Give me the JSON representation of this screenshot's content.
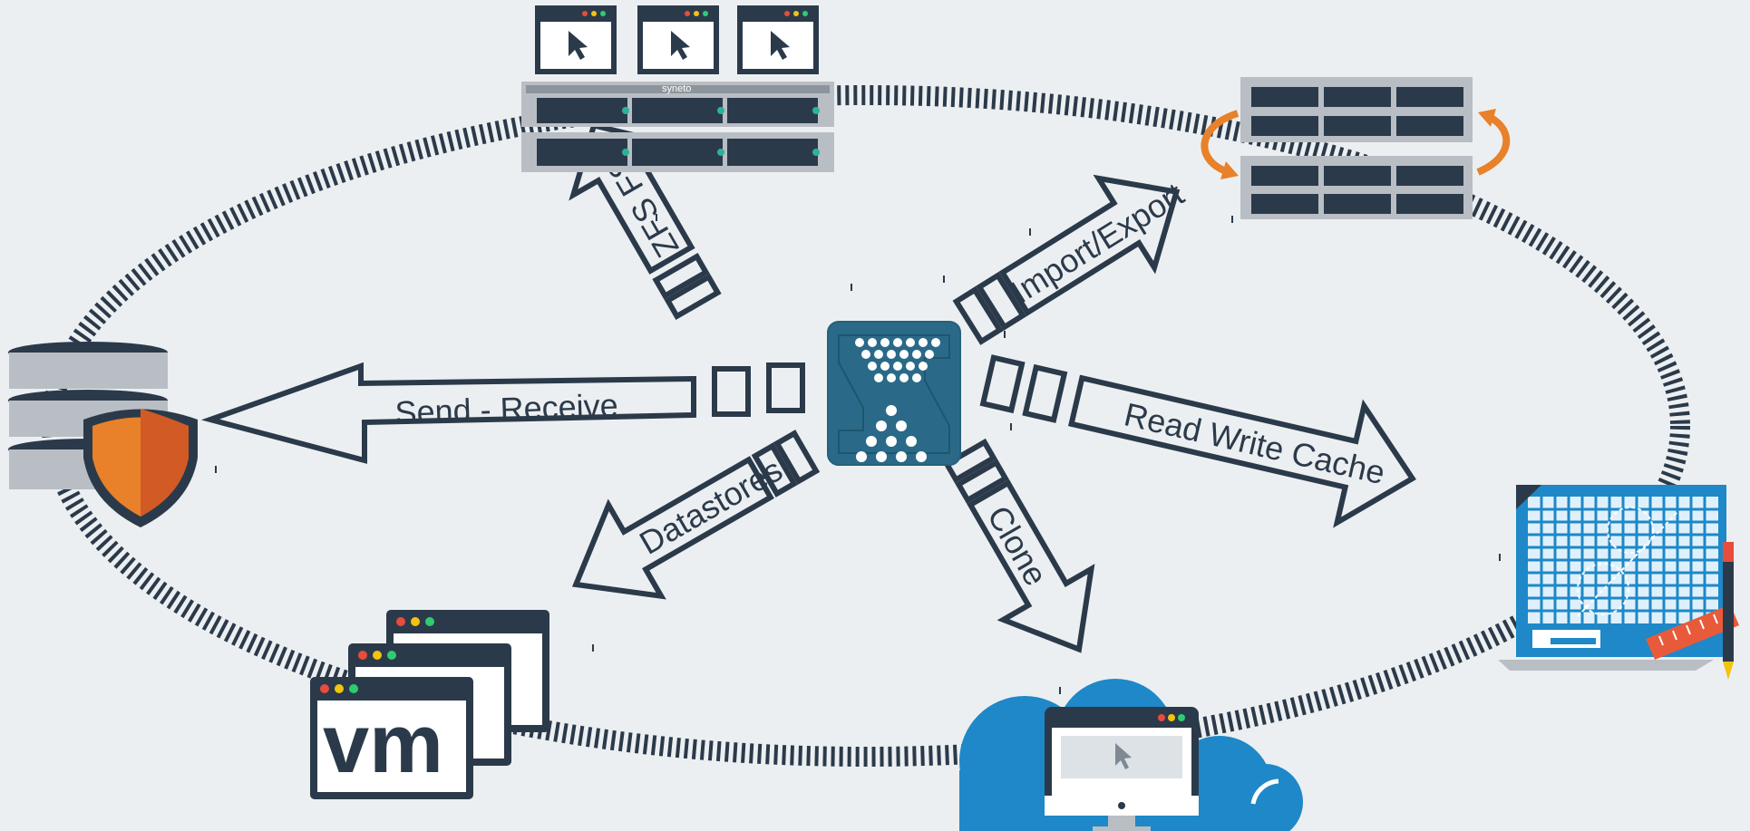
{
  "diagram": {
    "hub": {
      "icon": "hourglass-z-logo"
    },
    "arrows": [
      {
        "id": "send-receive",
        "label": "Send - Receive"
      },
      {
        "id": "zfs-fs",
        "label": "ZFS FS"
      },
      {
        "id": "import-export",
        "label": "Import/Export"
      },
      {
        "id": "read-write-cache",
        "label": "Read Write Cache"
      },
      {
        "id": "datastores",
        "label": "Datastores"
      },
      {
        "id": "clone",
        "label": "Clone"
      }
    ],
    "nodes": {
      "storage": {
        "icon": "rack-server-icon",
        "brand": "syneto"
      },
      "replicated_servers": {
        "icon": "server-replication-icon"
      },
      "backup": {
        "icon": "database-shield-icon"
      },
      "design": {
        "icon": "blueprint-laptop-icon"
      },
      "virtualization": {
        "icon": "vm-windows-icon",
        "text": "vm"
      },
      "cloud": {
        "icon": "cloud-monitor-icon"
      }
    },
    "colors": {
      "ink": "#2b3a4a",
      "background": "#eceff1",
      "accent_orange": "#e8812a",
      "accent_blue": "#1e88c8",
      "hub_blue": "#2a6a88",
      "led_green": "#2bb39a"
    }
  }
}
